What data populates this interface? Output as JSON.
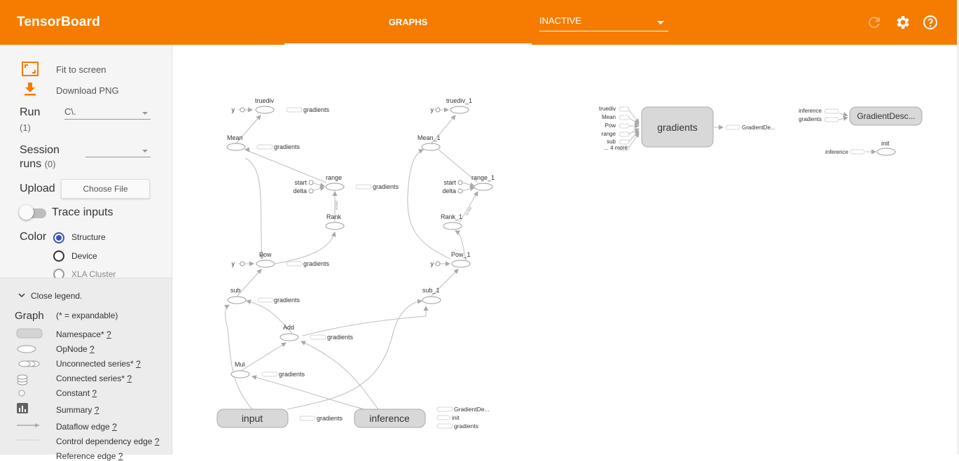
{
  "header": {
    "title": "TensorBoard",
    "tab": "GRAPHS",
    "run_select": "INACTIVE",
    "colors": {
      "bar": "#f57c00",
      "text": "#ffffff"
    },
    "icons": [
      "reload-icon",
      "settings-icon",
      "help-icon"
    ]
  },
  "sidebar": {
    "fit_to_screen": "Fit to screen",
    "download_png": "Download PNG",
    "run_label": "Run",
    "run_count": "(1)",
    "run_value": "C\\.",
    "session_label_1": "Session",
    "session_label_2": "runs",
    "session_count": "(0)",
    "upload_label": "Upload",
    "choose_file": "Choose File",
    "trace_inputs": "Trace inputs",
    "color_label": "Color",
    "color_options": [
      "Structure",
      "Device",
      "XLA Cluster"
    ],
    "color_selected": "Structure"
  },
  "legend": {
    "toggle": "Close legend.",
    "graph_label": "Graph",
    "expandable_note": "(* = expandable)",
    "items": [
      {
        "text": "Namespace*",
        "q": "?"
      },
      {
        "text": "OpNode",
        "q": "?"
      },
      {
        "text": "Unconnected series*",
        "q": "?"
      },
      {
        "text": "Connected series*",
        "q": "?"
      },
      {
        "text": "Constant",
        "q": "?"
      },
      {
        "text": "Summary",
        "q": "?"
      },
      {
        "text": "Dataflow edge",
        "q": "?"
      },
      {
        "text": "Control dependency edge",
        "q": "?"
      },
      {
        "text": "Reference edge",
        "q": "?"
      }
    ]
  },
  "graph": {
    "main_nodes": {
      "input": "input",
      "inference": "inference",
      "gradients": "gradients",
      "gradient_descent": "GradientDesc..."
    },
    "op_nodes": [
      "truediv",
      "Mean",
      "range",
      "Rank",
      "Pow",
      "sub",
      "Add",
      "Mul",
      "truediv_1",
      "Mean_1",
      "range_1",
      "Rank_1",
      "Pow_1",
      "sub_1",
      "init"
    ],
    "constants": [
      "y",
      "start",
      "delta"
    ],
    "series_label": "gradients",
    "input_side": [
      "inference",
      "gradients"
    ],
    "gradients_inputs": [
      "truediv",
      "Mean",
      "Pow",
      "range",
      "sub",
      "... 4 more"
    ],
    "gradients_output": "GradientDe...",
    "inference_outputs": [
      "GradientDe...",
      "init",
      "gradients"
    ],
    "init_input": "inference",
    "edge_labels": [
      "scalar",
      "scalar"
    ]
  }
}
